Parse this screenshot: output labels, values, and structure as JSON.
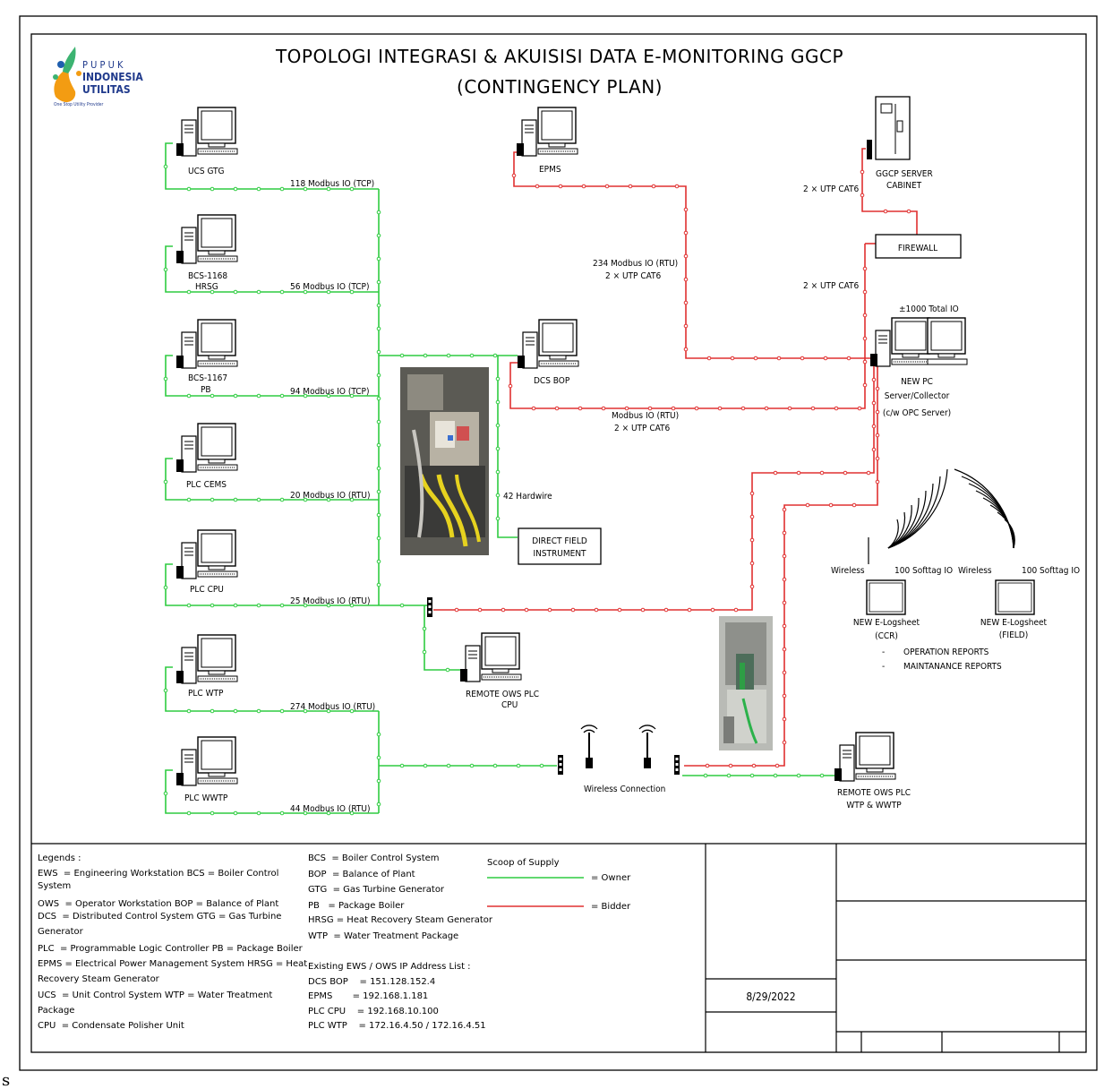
{
  "page_letter": "s",
  "title": {
    "line1": "TOPOLOGI INTEGRASI & AKUISISI DATA E-MONITORING GGCP",
    "line2": "(CONTINGENCY PLAN)"
  },
  "logo": {
    "line1": "P U P U K",
    "line2": "INDONESIA",
    "line3": "UTILITAS",
    "tagline": "One Stop Utility Provider"
  },
  "colors": {
    "owner": "#2ecc40",
    "bidder": "#e03030",
    "logo_orange": "#f39c12",
    "logo_green": "#3cb371",
    "logo_blue": "#1f5fae",
    "logo_navy": "#203a8c"
  },
  "nodes": {
    "ucs_gtg": "UCS GTG",
    "bcs_1168": [
      "BCS-1168",
      "HRSG"
    ],
    "bcs_1167": [
      "BCS-1167",
      "PB"
    ],
    "plc_cems": "PLC CEMS",
    "plc_cpu": "PLC CPU",
    "plc_wtp": "PLC WTP",
    "plc_wwtp": "PLC WWTP",
    "epms": "EPMS",
    "dcs_bop": "DCS BOP",
    "remote_ows_cpu": [
      "REMOTE OWS PLC",
      "CPU"
    ],
    "server_cabinet": [
      "GGCP SERVER",
      "CABINET"
    ],
    "firewall": "FIREWALL",
    "new_pc": [
      "NEW PC",
      "Server/Collector",
      "(c/w OPC Server)"
    ],
    "total_io": "±1000 Total IO",
    "direct_field": [
      "DIRECT FIELD",
      "INSTRUMENT"
    ],
    "elog_ccr": [
      "NEW E-Logsheet",
      "(CCR)"
    ],
    "elog_field": [
      "NEW E-Logsheet",
      "(FIELD)"
    ],
    "remote_ows_wtp": [
      "REMOTE OWS PLC",
      "WTP & WWTP"
    ],
    "wireless_connection": "Wireless Connection",
    "wireless1": "Wireless",
    "wireless2": "Wireless",
    "softtag1": "100 Softtag IO",
    "softtag2": "100 Softtag IO",
    "reports": [
      "OPERATION REPORTS",
      "MAINTANANCE REPORTS"
    ]
  },
  "links": {
    "ucs": "118 Modbus IO (TCP)",
    "bcs1168": "56 Modbus IO (TCP)",
    "bcs1167": "94 Modbus IO (TCP)",
    "cems": "20 Modbus IO (RTU)",
    "cpu": "25 Modbus IO (RTU)",
    "wtp": "274 Modbus IO (RTU)",
    "wwtp": "44 Modbus IO (RTU)",
    "epms": [
      "234 Modbus IO (RTU)",
      "2 × UTP CAT6"
    ],
    "dcs": [
      "Modbus IO (RTU)",
      "2 × UTP CAT6"
    ],
    "hardwire": "42 Hardwire",
    "cabinet_utp": "2 × UTP CAT6",
    "firewall_utp": "2 × UTP CAT6"
  },
  "legend": {
    "col1": [
      "Legends :",
      "EWS  = Engineering Workstation BCS = Boiler Control",
      "System",
      "OWS  = Operator Workstation BOP = Balance of Plant",
      "DCS  = Distributed Control System GTG = Gas Turbine",
      "Generator",
      "PLC  = Programmable Logic Controller PB = Package Boiler",
      "EPMS = Electrical Power Management System HRSG = Heat",
      "Recovery Steam Generator",
      "UCS  = Unit Control System WTP = Water Treatment",
      "Package",
      "CPU  = Condensate Polisher Unit"
    ],
    "col2": [
      "BCS  = Boiler Control System",
      "BOP  = Balance of Plant",
      "GTG  = Gas Turbine Generator",
      "PB   = Package Boiler",
      "HRSG = Heat Recovery Steam Generator",
      "WTP  = Water Treatment Package",
      "",
      "Existing EWS / OWS IP Address List :",
      "DCS BOP    = 151.128.152.4",
      "EPMS       = 192.168.1.181",
      "PLC CPU    = 192.168.10.100",
      "PLC WTP    = 172.16.4.50 / 172.16.4.51"
    ],
    "scoop_title": "Scoop of Supply",
    "owner": "= Owner",
    "bidder": "= Bidder",
    "date": "8/29/2022"
  }
}
